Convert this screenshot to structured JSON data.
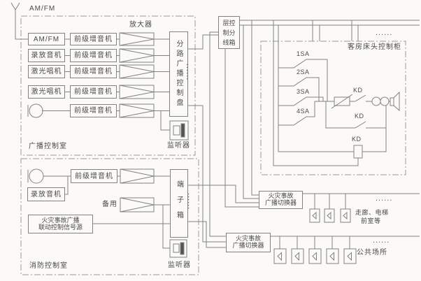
{
  "palette": {
    "line": "#828282",
    "text": "#4a4a4a",
    "bg": "#fbfaf7",
    "monitor_bar": "#555555"
  },
  "antenna_label": "AM/FM",
  "broadcast_room": {
    "label": "广播控制室",
    "sources": [
      "AM/FM",
      "录放音机",
      "激光唱机",
      "激光唱机"
    ],
    "preamp_label": "前级增音机",
    "amplifier_header": "放大器",
    "panel_label": "分路广播控制盘",
    "monitor_label": "监听器"
  },
  "fire_room": {
    "label": "消防控制室",
    "recorder_label": "录放音机",
    "preamp_label": "前级增音机",
    "spare_label": "备用",
    "signal_line1": "火灾事故广播",
    "signal_line2": "联动控制信号源",
    "terminal_label": "端子箱",
    "monitor_label": "监听器"
  },
  "floor_box_label": "层控制分线箱",
  "guest_cabinet": {
    "label": "客房床头控制柜",
    "switch_labels": [
      "1SA",
      "2SA",
      "3SA",
      "4SA"
    ],
    "kd_label": "KD"
  },
  "fire_switcher": {
    "line1": "火灾事故",
    "line2": "广播切换器"
  },
  "zone_corridor_line1": "走廊、电梯",
  "zone_corridor_line2": "前室等",
  "zone_public": "公共场所",
  "ellipsis": "......"
}
